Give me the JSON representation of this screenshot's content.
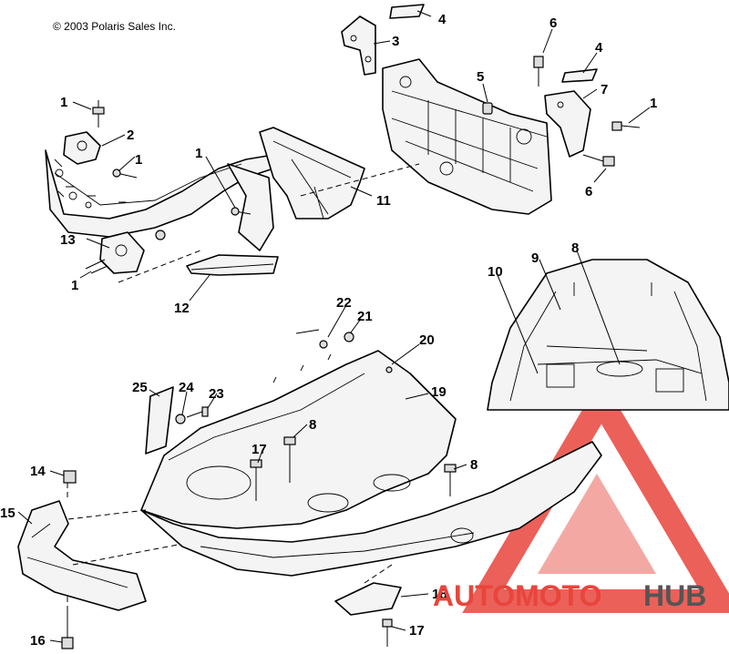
{
  "copyright": "© 2003 Polaris Sales Inc.",
  "callouts": {
    "c1a": "1",
    "c1b": "1",
    "c1c": "1",
    "c1d": "1",
    "c1e": "1",
    "c2": "2",
    "c3": "3",
    "c4a": "4",
    "c4b": "4",
    "c5": "5",
    "c6a": "6",
    "c6b": "6",
    "c7": "7",
    "c8a": "8",
    "c8b": "8",
    "c8c": "8",
    "c9": "9",
    "c10": "10",
    "c11": "11",
    "c12": "12",
    "c13": "13",
    "c14": "14",
    "c15": "15",
    "c16": "16",
    "c17a": "17",
    "c17b": "17",
    "c18": "18",
    "c19": "19",
    "c20": "20",
    "c21": "21",
    "c22": "22",
    "c23": "23",
    "c24": "24",
    "c25": "25"
  },
  "watermark": {
    "brand_part1": "AUTOMOTO",
    "brand_part2": "HUB",
    "accent_color": "#e8453c",
    "secondary_color": "#555555"
  }
}
